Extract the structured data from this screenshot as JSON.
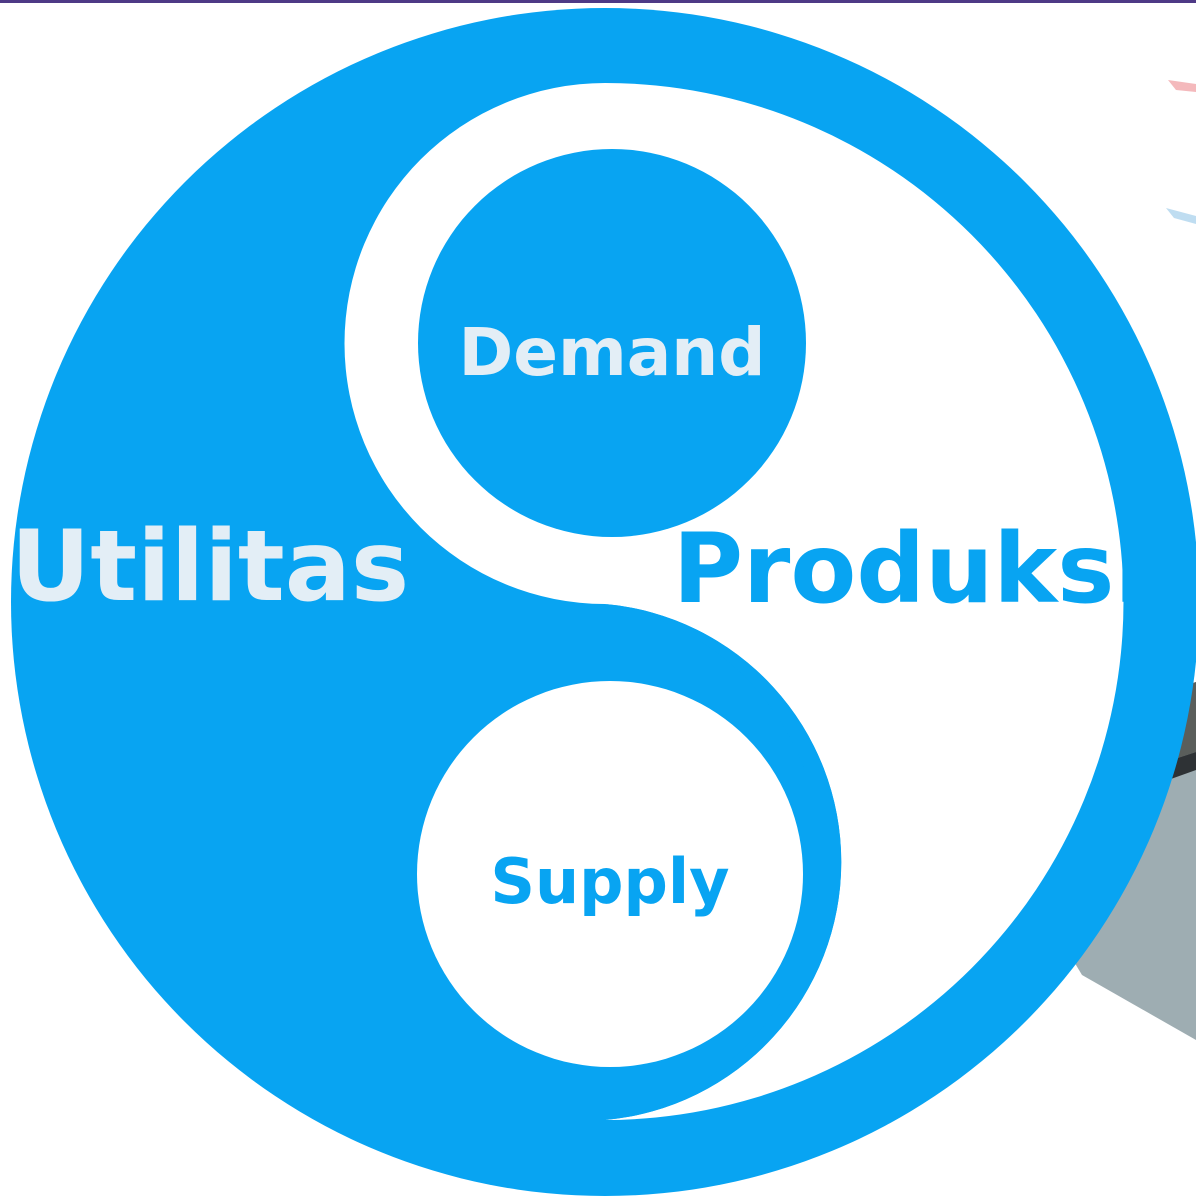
{
  "diagram": {
    "labels": {
      "utilitas": "Utilitas",
      "produksi": "Produksi",
      "demand": "Demand",
      "supply": "Supply"
    },
    "colors": {
      "primary_blue": "#08A4F2",
      "light_text": "#E3EEF6",
      "white": "#FFFFFF",
      "top_line": "#4E3A86",
      "block_dark": "#2E3235",
      "block_top": "#5A5E5B",
      "block_side": "#9EADB2"
    }
  }
}
